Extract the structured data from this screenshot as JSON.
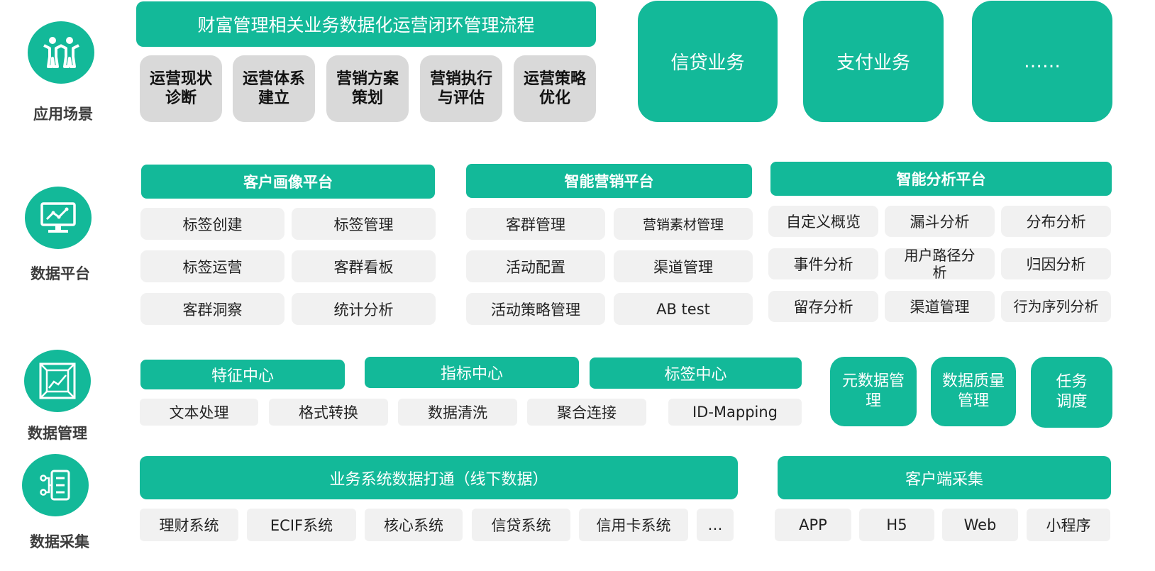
{
  "rows": {
    "application": "应用场景",
    "platform": "数据平台",
    "management": "数据管理",
    "collection": "数据采集"
  },
  "application": {
    "wealth_title": "财富管理相关业务数据化运营闭环管理流程",
    "steps": [
      "运营现状诊断",
      "运营体系建立",
      "营销方案策划",
      "营销执行与评估",
      "运营策略优化"
    ],
    "businesses": [
      "信贷业务",
      "支付业务",
      "……"
    ]
  },
  "platforms": [
    {
      "title": "客户画像平台",
      "items": [
        "标签创建",
        "标签管理",
        "标签运营",
        "客群看板",
        "客群洞察",
        "统计分析"
      ]
    },
    {
      "title": "智能营销平台",
      "items": [
        "客群管理",
        "营销素材管理",
        "活动配置",
        "渠道管理",
        "活动策略管理",
        "AB test"
      ]
    },
    {
      "title": "智能分析平台",
      "items": [
        "自定义概览",
        "漏斗分析",
        "分布分析",
        "事件分析",
        "用户路径分析",
        "归因分析",
        "留存分析",
        "渠道管理",
        "行为序列分析"
      ]
    }
  ],
  "management": {
    "centers": [
      "特征中心",
      "指标中心",
      "标签中心"
    ],
    "processes": [
      "文本处理",
      "格式转换",
      "数据清洗",
      "聚合连接",
      "ID-Mapping"
    ],
    "governance": [
      "元数据管理",
      "数据质量管理",
      "任务调度"
    ]
  },
  "collection": {
    "offline_title": "业务系统数据打通（线下数据）",
    "offline_items": [
      "理财系统",
      "ECIF系统",
      "核心系统",
      "信贷系统",
      "信用卡系统",
      "…"
    ],
    "client_title": "客户端采集",
    "client_items": [
      "APP",
      "H5",
      "Web",
      "小程序"
    ]
  }
}
